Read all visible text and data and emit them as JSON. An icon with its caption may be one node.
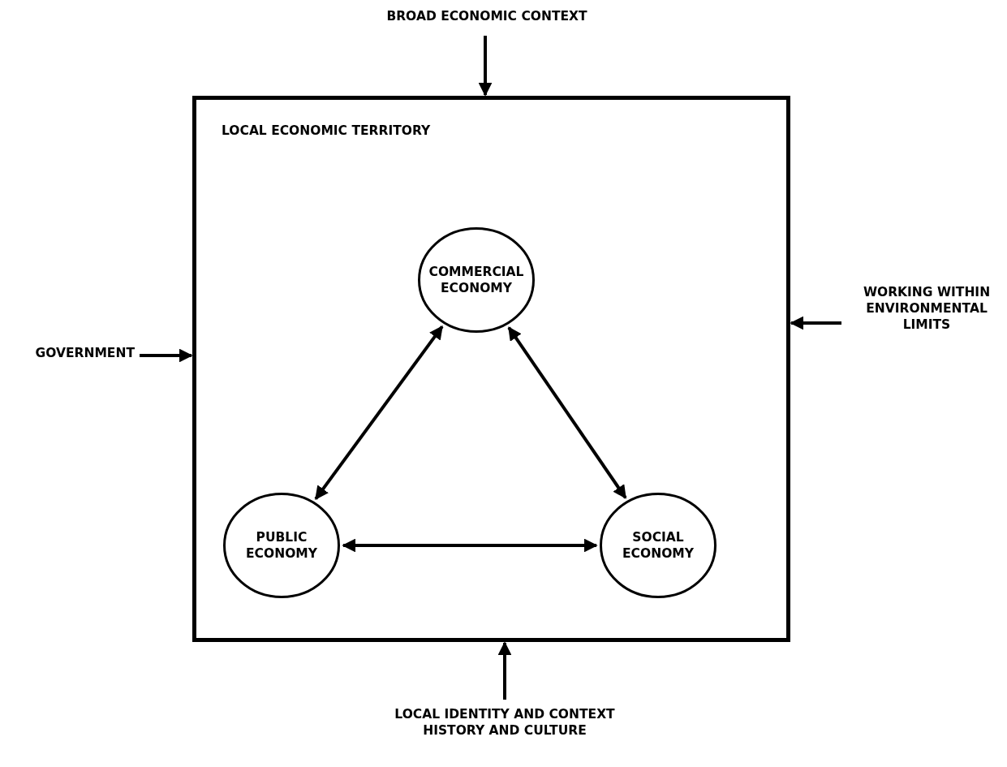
{
  "diagram": {
    "nodes": [
      {
        "text": [
          "LOCAL ECONOMIC TERRITORY"
        ]
      },
      {
        "text": [
          "COMMERCIAL ECONOMY"
        ],
        "in": 0
      },
      {
        "text": [
          "PUBLIC ECONOMY"
        ],
        "in": 0
      },
      {
        "text": [
          "SOCIAL ECONOMY"
        ],
        "in": 0
      },
      {
        "text": [
          "BROAD ECONOMIC CONTEXT"
        ]
      },
      {
        "text": [
          "GOVERNMENT"
        ]
      },
      {
        "text": [
          "WORKING WITHIN ENVIRONMENTAL LIMITS"
        ]
      },
      {
        "text": [
          "LOCAL IDENTITY AND CONTEXT",
          "HISTORY AND CULTURE"
        ]
      }
    ],
    "edges": [
      {
        "from": 4,
        "to": 0,
        "arrow": "to"
      },
      {
        "from": 5,
        "to": 0,
        "arrow": "to"
      },
      {
        "from": 6,
        "to": 0,
        "arrow": "to"
      },
      {
        "from": 7,
        "to": 0,
        "arrow": "to"
      },
      {
        "from": 1,
        "to": 2,
        "arrow": "both"
      },
      {
        "from": 1,
        "to": 3,
        "arrow": "both"
      },
      {
        "from": 2,
        "to": 3,
        "arrow": "both"
      }
    ]
  }
}
